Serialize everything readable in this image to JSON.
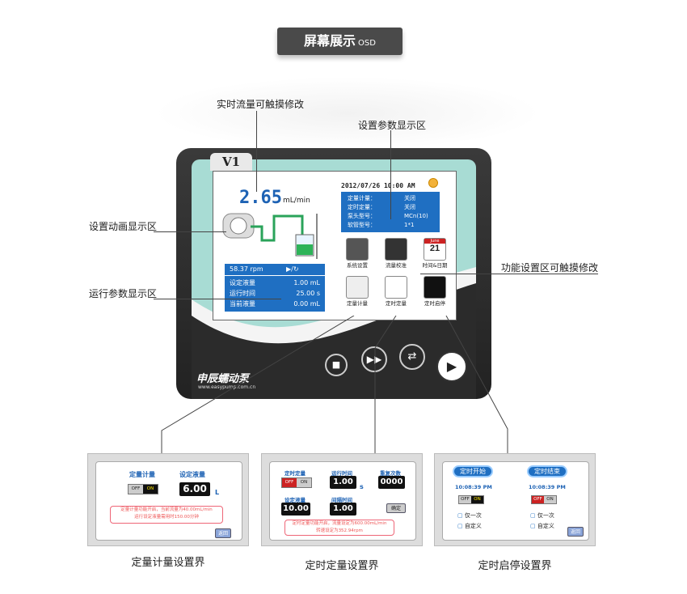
{
  "header": {
    "title": "屏幕展示",
    "suffix": "OSD"
  },
  "callouts": {
    "flow": "实时流量可触摸修改",
    "params_area": "设置参数显示区",
    "anim_area": "设置动画显示区",
    "run_area": "运行参数显示区",
    "func_area": "功能设置区可触摸修改"
  },
  "device": {
    "model": "V1",
    "brand": "申辰蠕动泵",
    "url": "www.easypump.com.cn"
  },
  "screen": {
    "flow_value": "2.65",
    "flow_unit": "mL/min",
    "datetime": "2012/07/26 10:00 AM",
    "params": [
      {
        "k": "定量计量：",
        "v": "关闭"
      },
      {
        "k": "定时定量：",
        "v": "关闭"
      },
      {
        "k": "泵头型号：",
        "v": "MCn(10)"
      },
      {
        "k": "软管型号：",
        "v": "1*1"
      }
    ],
    "rpm": "58.37 rpm",
    "dir": "▶/↻",
    "run": [
      {
        "k": "设定液量",
        "v": "1.00 mL"
      },
      {
        "k": "运行时间",
        "v": "25.00 s"
      },
      {
        "k": "当前液量",
        "v": "0.00 mL"
      }
    ],
    "icons": [
      {
        "label": "系统设置",
        "icon": "gear-icon"
      },
      {
        "label": "流量校准",
        "icon": "scale-icon"
      },
      {
        "label": "时间&日期",
        "icon": "calendar-icon",
        "month": "June",
        "day": "21"
      },
      {
        "label": "定量计量",
        "icon": "chart-icon"
      },
      {
        "label": "定时定量",
        "icon": "stopwatch-icon"
      },
      {
        "label": "定时启停",
        "icon": "clock-icon"
      }
    ]
  },
  "panel1": {
    "caption": "定量计量设置界",
    "t1": "定量计量",
    "t2": "设定液量",
    "off": "OFF",
    "on": "ON",
    "value": "6.00",
    "unit": "L",
    "note1": "定量计量功能开启，当前流量为40.00mL/min",
    "note2": "运行设定液量需用时150.00分钟",
    "back": "返回"
  },
  "panel2": {
    "caption": "定时定量设置界",
    "t1": "定时定量",
    "t2": "运行时间",
    "t3": "重复次数",
    "off": "OFF",
    "on": "ON",
    "run_time": "1.00",
    "run_unit": "s",
    "repeat": "0000",
    "t4": "设定液量",
    "t5": "间隔时间",
    "vol": "10.00",
    "interval": "1.00",
    "ok": "确定",
    "note1": "定时定量功能开启，流量设定为600.00mL/min",
    "note2": "转速设定为352.94rpm"
  },
  "panel3": {
    "caption": "定时启停设置界",
    "start": "定时开始",
    "end": "定时结束",
    "start_time": "10:08:39 PM",
    "end_time": "10:08:39 PM",
    "off": "OFF",
    "on": "ON",
    "once": "仅一次",
    "custom": "自定义",
    "back": "返回"
  },
  "colors": {
    "accent": "#1f6fc2",
    "bezel": "#a8dcd4"
  }
}
